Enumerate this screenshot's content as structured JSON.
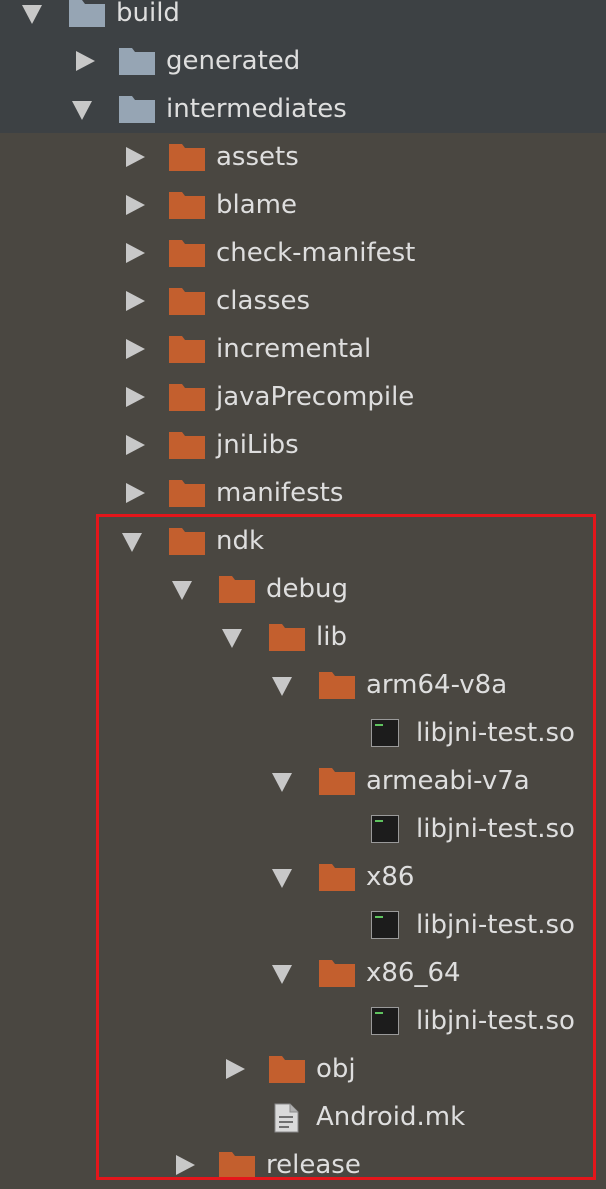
{
  "colors": {
    "background": "#4a4741",
    "excluded_row_background": "#3d4144",
    "folder_orange": "#c35f2e",
    "folder_gray": "#96a5b4",
    "arrow": "#c8c8c8",
    "text": "#dedede",
    "highlight_border": "#e4161b"
  },
  "tree": [
    {
      "id": "build",
      "label": "build",
      "depth": 0,
      "toggle": "expanded",
      "icon": "folder-gray-icon",
      "excluded": true
    },
    {
      "id": "generated",
      "label": "generated",
      "depth": 1,
      "toggle": "collapsed",
      "icon": "folder-gray-icon",
      "excluded": true
    },
    {
      "id": "intermediates",
      "label": "intermediates",
      "depth": 1,
      "toggle": "expanded",
      "icon": "folder-gray-icon",
      "excluded": true
    },
    {
      "id": "assets",
      "label": "assets",
      "depth": 2,
      "toggle": "collapsed",
      "icon": "folder-orange-icon"
    },
    {
      "id": "blame",
      "label": "blame",
      "depth": 2,
      "toggle": "collapsed",
      "icon": "folder-orange-icon"
    },
    {
      "id": "check-manifest",
      "label": "check-manifest",
      "depth": 2,
      "toggle": "collapsed",
      "icon": "folder-orange-icon"
    },
    {
      "id": "classes",
      "label": "classes",
      "depth": 2,
      "toggle": "collapsed",
      "icon": "folder-orange-icon"
    },
    {
      "id": "incremental",
      "label": "incremental",
      "depth": 2,
      "toggle": "collapsed",
      "icon": "folder-orange-icon"
    },
    {
      "id": "javaprecompile",
      "label": "javaPrecompile",
      "depth": 2,
      "toggle": "collapsed",
      "icon": "folder-orange-icon"
    },
    {
      "id": "jnilibs",
      "label": "jniLibs",
      "depth": 2,
      "toggle": "collapsed",
      "icon": "folder-orange-icon"
    },
    {
      "id": "manifests",
      "label": "manifests",
      "depth": 2,
      "toggle": "collapsed",
      "icon": "folder-orange-icon"
    },
    {
      "id": "ndk",
      "label": "ndk",
      "depth": 2,
      "toggle": "expanded",
      "icon": "folder-orange-icon"
    },
    {
      "id": "debug",
      "label": "debug",
      "depth": 3,
      "toggle": "expanded",
      "icon": "folder-orange-icon"
    },
    {
      "id": "lib",
      "label": "lib",
      "depth": 4,
      "toggle": "expanded",
      "icon": "folder-orange-icon"
    },
    {
      "id": "arm64-v8a",
      "label": "arm64-v8a",
      "depth": 5,
      "toggle": "expanded",
      "icon": "folder-orange-icon"
    },
    {
      "id": "arm64-v8a-so",
      "label": "libjni-test.so",
      "depth": 6,
      "toggle": "none",
      "icon": "binary-file-icon"
    },
    {
      "id": "armeabi-v7a",
      "label": "armeabi-v7a",
      "depth": 5,
      "toggle": "expanded",
      "icon": "folder-orange-icon"
    },
    {
      "id": "armeabi-v7a-so",
      "label": "libjni-test.so",
      "depth": 6,
      "toggle": "none",
      "icon": "binary-file-icon"
    },
    {
      "id": "x86",
      "label": "x86",
      "depth": 5,
      "toggle": "expanded",
      "icon": "folder-orange-icon"
    },
    {
      "id": "x86-so",
      "label": "libjni-test.so",
      "depth": 6,
      "toggle": "none",
      "icon": "binary-file-icon"
    },
    {
      "id": "x86-64",
      "label": "x86_64",
      "depth": 5,
      "toggle": "expanded",
      "icon": "folder-orange-icon"
    },
    {
      "id": "x86-64-so",
      "label": "libjni-test.so",
      "depth": 6,
      "toggle": "none",
      "icon": "binary-file-icon"
    },
    {
      "id": "obj",
      "label": "obj",
      "depth": 4,
      "toggle": "collapsed",
      "icon": "folder-orange-icon"
    },
    {
      "id": "android-mk",
      "label": "Android.mk",
      "depth": 4,
      "toggle": "none",
      "icon": "text-file-icon"
    },
    {
      "id": "release",
      "label": "release",
      "depth": 3,
      "toggle": "collapsed",
      "icon": "folder-orange-icon"
    }
  ]
}
